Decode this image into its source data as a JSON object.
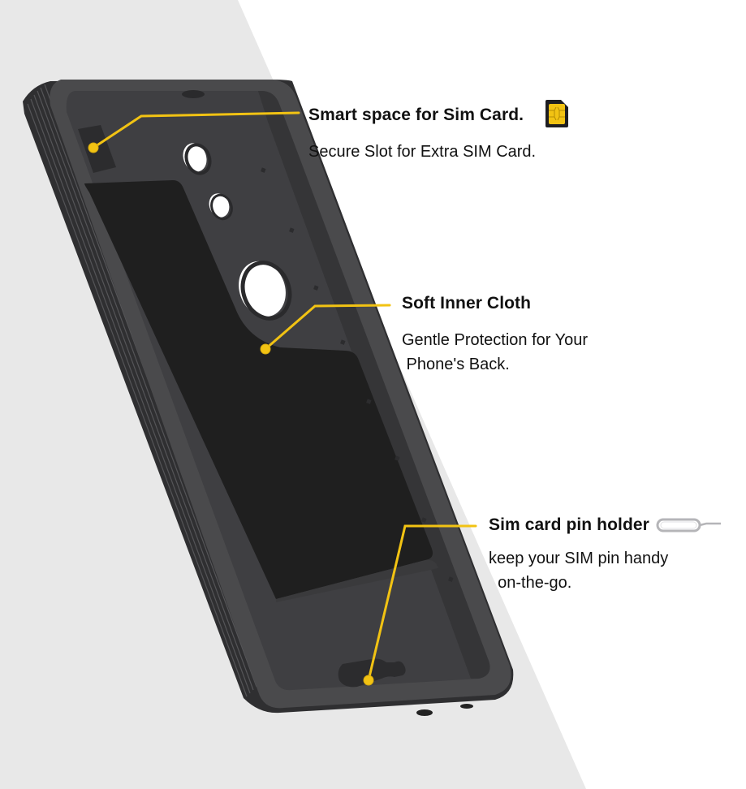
{
  "colors": {
    "background_left": "#e8e8e8",
    "background_right": "#ffffff",
    "case_body": "#4a4a4c",
    "case_inner": "#3e3e40",
    "cloth": "#1f1f1f",
    "callout_line": "#f2c313",
    "text": "#111111"
  },
  "callouts": [
    {
      "title": "Smart space for Sim Card.",
      "description": "Secure Slot for Extra SIM Card.",
      "icon": "sim-card-icon"
    },
    {
      "title": "Soft Inner Cloth",
      "description": "Gentle Protection for Your\n Phone's Back.",
      "icon": null
    },
    {
      "title": "Sim card pin holder",
      "description": "keep your SIM pin handy\n  on-the-go.",
      "icon": "sim-eject-pin-icon"
    }
  ]
}
